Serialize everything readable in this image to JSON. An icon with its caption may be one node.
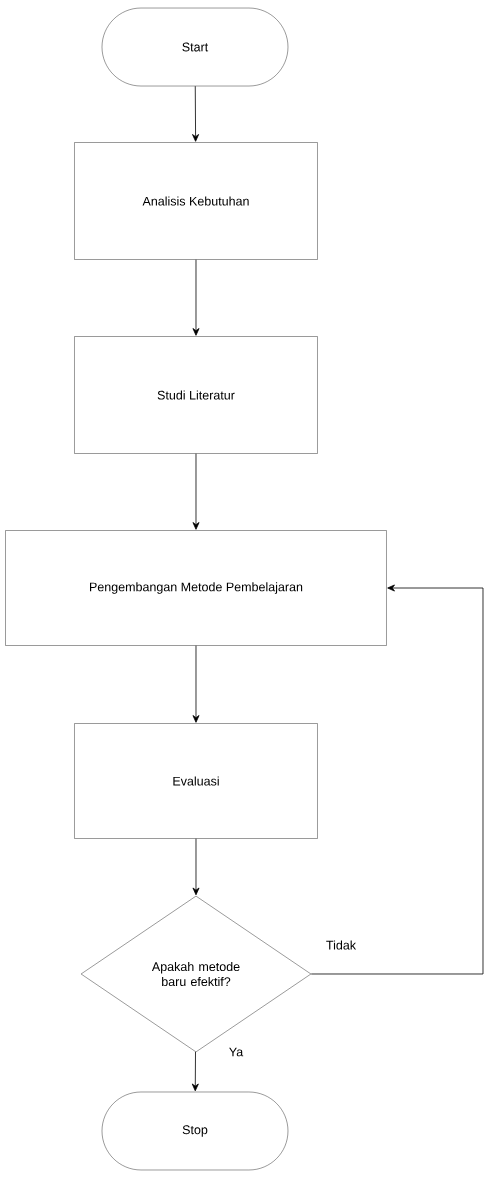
{
  "diagram": {
    "nodes": [
      {
        "text": [
          "Start"
        ]
      },
      {
        "text": [
          "Analisis Kebutuhan"
        ]
      },
      {
        "text": [
          "Studi Literatur"
        ]
      },
      {
        "text": [
          "Pengembangan Metode Pembelajaran"
        ]
      },
      {
        "text": [
          "Evaluasi"
        ]
      },
      {
        "text": [
          "Apakah metode baru efektif?"
        ]
      },
      {
        "text": [
          "Stop"
        ]
      }
    ],
    "edges": [
      {
        "from": 0,
        "to": 1,
        "arrow": "to"
      },
      {
        "from": 1,
        "to": 2,
        "arrow": "to"
      },
      {
        "from": 2,
        "to": 3,
        "arrow": "to"
      },
      {
        "from": 3,
        "to": 4,
        "arrow": "to"
      },
      {
        "from": 4,
        "to": 5,
        "arrow": "to"
      },
      {
        "from": 5,
        "to": 6,
        "label": "Ya",
        "arrow": "to"
      },
      {
        "from": 5,
        "to": 3,
        "label": "Tidak",
        "arrow": "to"
      }
    ]
  }
}
